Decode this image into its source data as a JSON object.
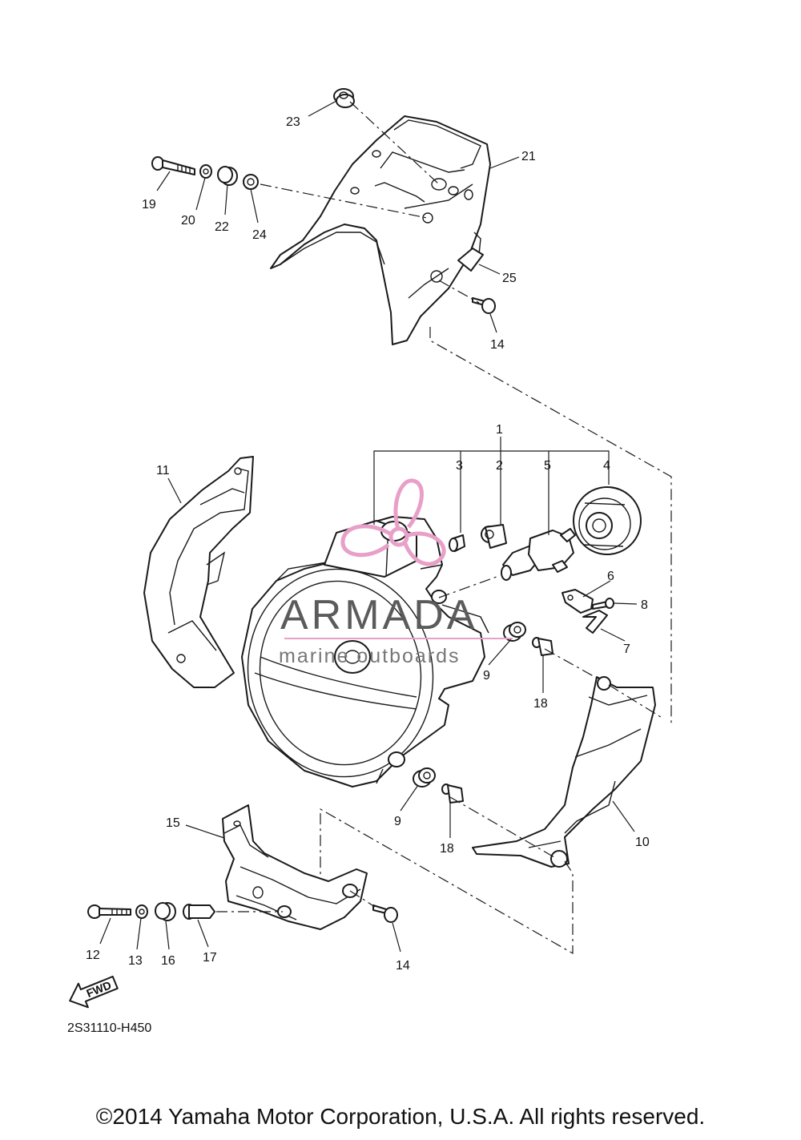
{
  "diagram_code": "2S31110-H450",
  "copyright": "©2014 Yamaha Motor Corporation, U.S.A. All rights reserved.",
  "fwd_label": "FWD",
  "watermark": {
    "title": "ARMADA",
    "subtitle": "marine outboards",
    "accent_color": "#e8a0c8"
  },
  "callouts": [
    "1",
    "2",
    "3",
    "4",
    "5",
    "6",
    "7",
    "8",
    "9",
    "9",
    "10",
    "11",
    "12",
    "13",
    "14",
    "14",
    "15",
    "16",
    "17",
    "18",
    "18",
    "19",
    "20",
    "21",
    "22",
    "23",
    "24",
    "25"
  ]
}
